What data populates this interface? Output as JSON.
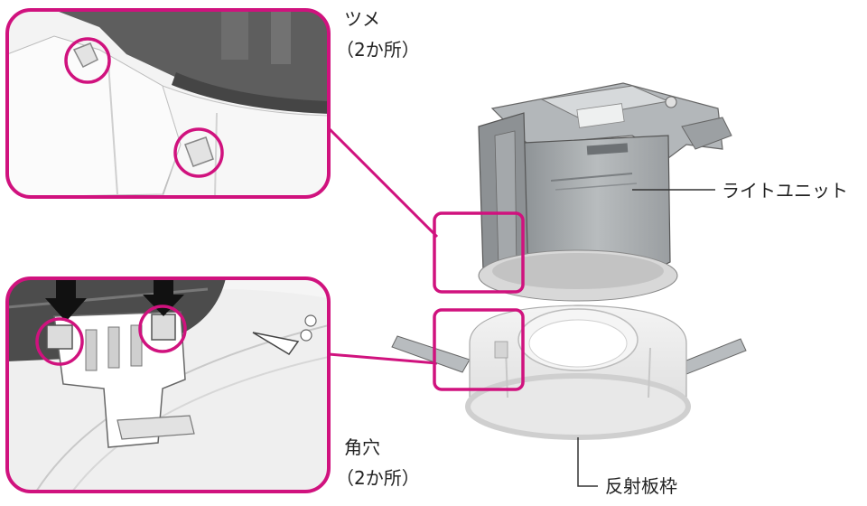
{
  "labels": {
    "claw_title": "ツメ",
    "claw_count": "（2か所）",
    "light_unit": "ライトユニット",
    "square_hole_title": "角穴",
    "square_hole_count": "（2か所）",
    "reflector_frame": "反射板枠"
  },
  "colors": {
    "accent": "#d0127e",
    "leader_line": "#333333",
    "metal": "#a9adb0",
    "reflector": "#ededed"
  },
  "icons": {
    "arrows": "down-arrow-icon"
  }
}
